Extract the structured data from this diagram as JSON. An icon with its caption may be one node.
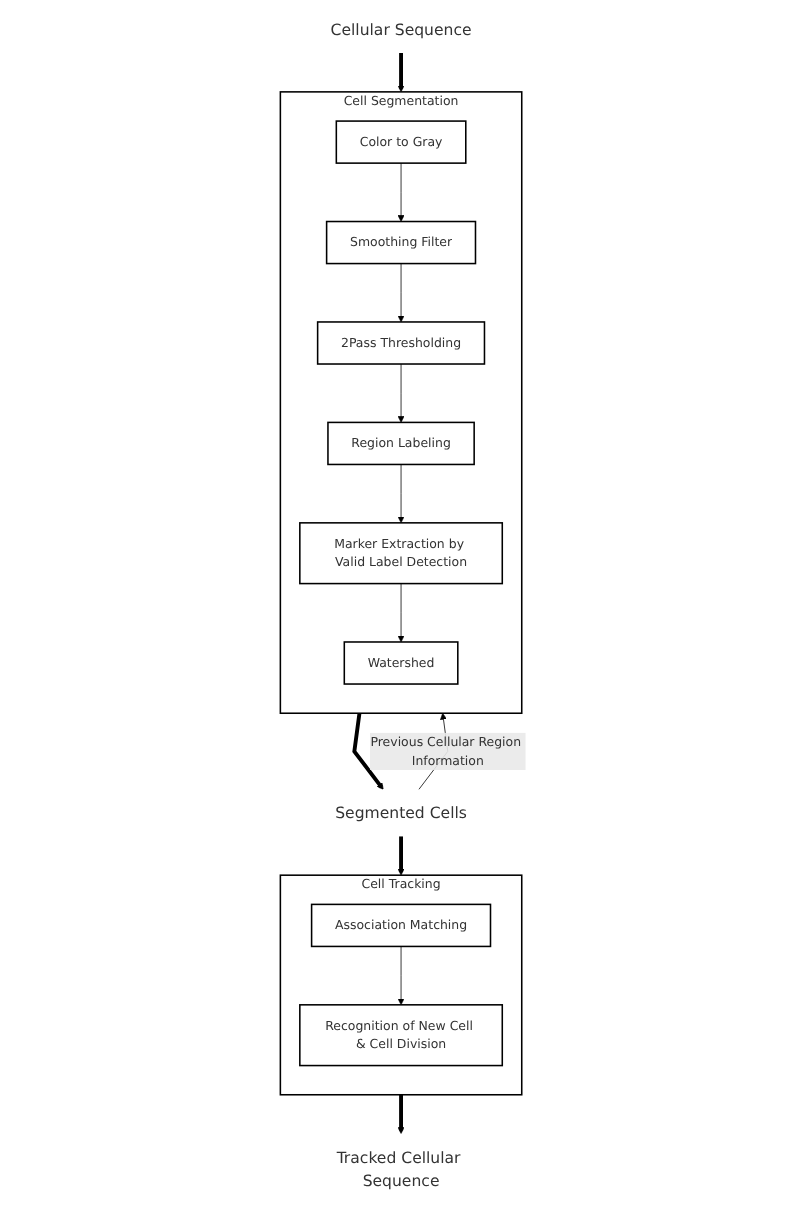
{
  "diagram": {
    "nodes": [
      {
        "text": [
          "Cellular Sequence"
        ]
      },
      {
        "text": [
          "Cell Segmentation"
        ]
      },
      {
        "text": [
          "Color to Gray"
        ],
        "in": 1
      },
      {
        "text": [
          "Smoothing Filter"
        ],
        "in": 1
      },
      {
        "text": [
          "2Pass Thresholding"
        ],
        "in": 1
      },
      {
        "text": [
          "Region Labeling"
        ],
        "in": 1
      },
      {
        "text": [
          "Marker Extraction by Valid Label Detection"
        ],
        "in": 1
      },
      {
        "text": [
          "Watershed"
        ],
        "in": 1
      },
      {
        "text": [
          "Segmented Cells"
        ]
      },
      {
        "text": [
          "Cell Tracking"
        ]
      },
      {
        "text": [
          "Association Matching"
        ],
        "in": 9
      },
      {
        "text": [
          "Recognition of New Cell & Cell Division"
        ],
        "in": 9
      },
      {
        "text": [
          "Tracked Cellular Sequence"
        ]
      }
    ],
    "edges": [
      {
        "from": 0,
        "to": 1,
        "arrow": "to",
        "style": "thick"
      },
      {
        "from": 2,
        "to": 3,
        "arrow": "to"
      },
      {
        "from": 3,
        "to": 4,
        "arrow": "to"
      },
      {
        "from": 4,
        "to": 5,
        "arrow": "to"
      },
      {
        "from": 5,
        "to": 6,
        "arrow": "to"
      },
      {
        "from": 6,
        "to": 7,
        "arrow": "to"
      },
      {
        "from": 1,
        "to": 8,
        "arrow": "to",
        "style": "thick"
      },
      {
        "from": 8,
        "to": 1,
        "arrow": "to",
        "label": "Previous Cellular Region Information"
      },
      {
        "from": 8,
        "to": 9,
        "arrow": "to",
        "style": "thick"
      },
      {
        "from": 10,
        "to": 11,
        "arrow": "to"
      },
      {
        "from": 9,
        "to": 12,
        "arrow": "to",
        "style": "thick"
      }
    ]
  }
}
